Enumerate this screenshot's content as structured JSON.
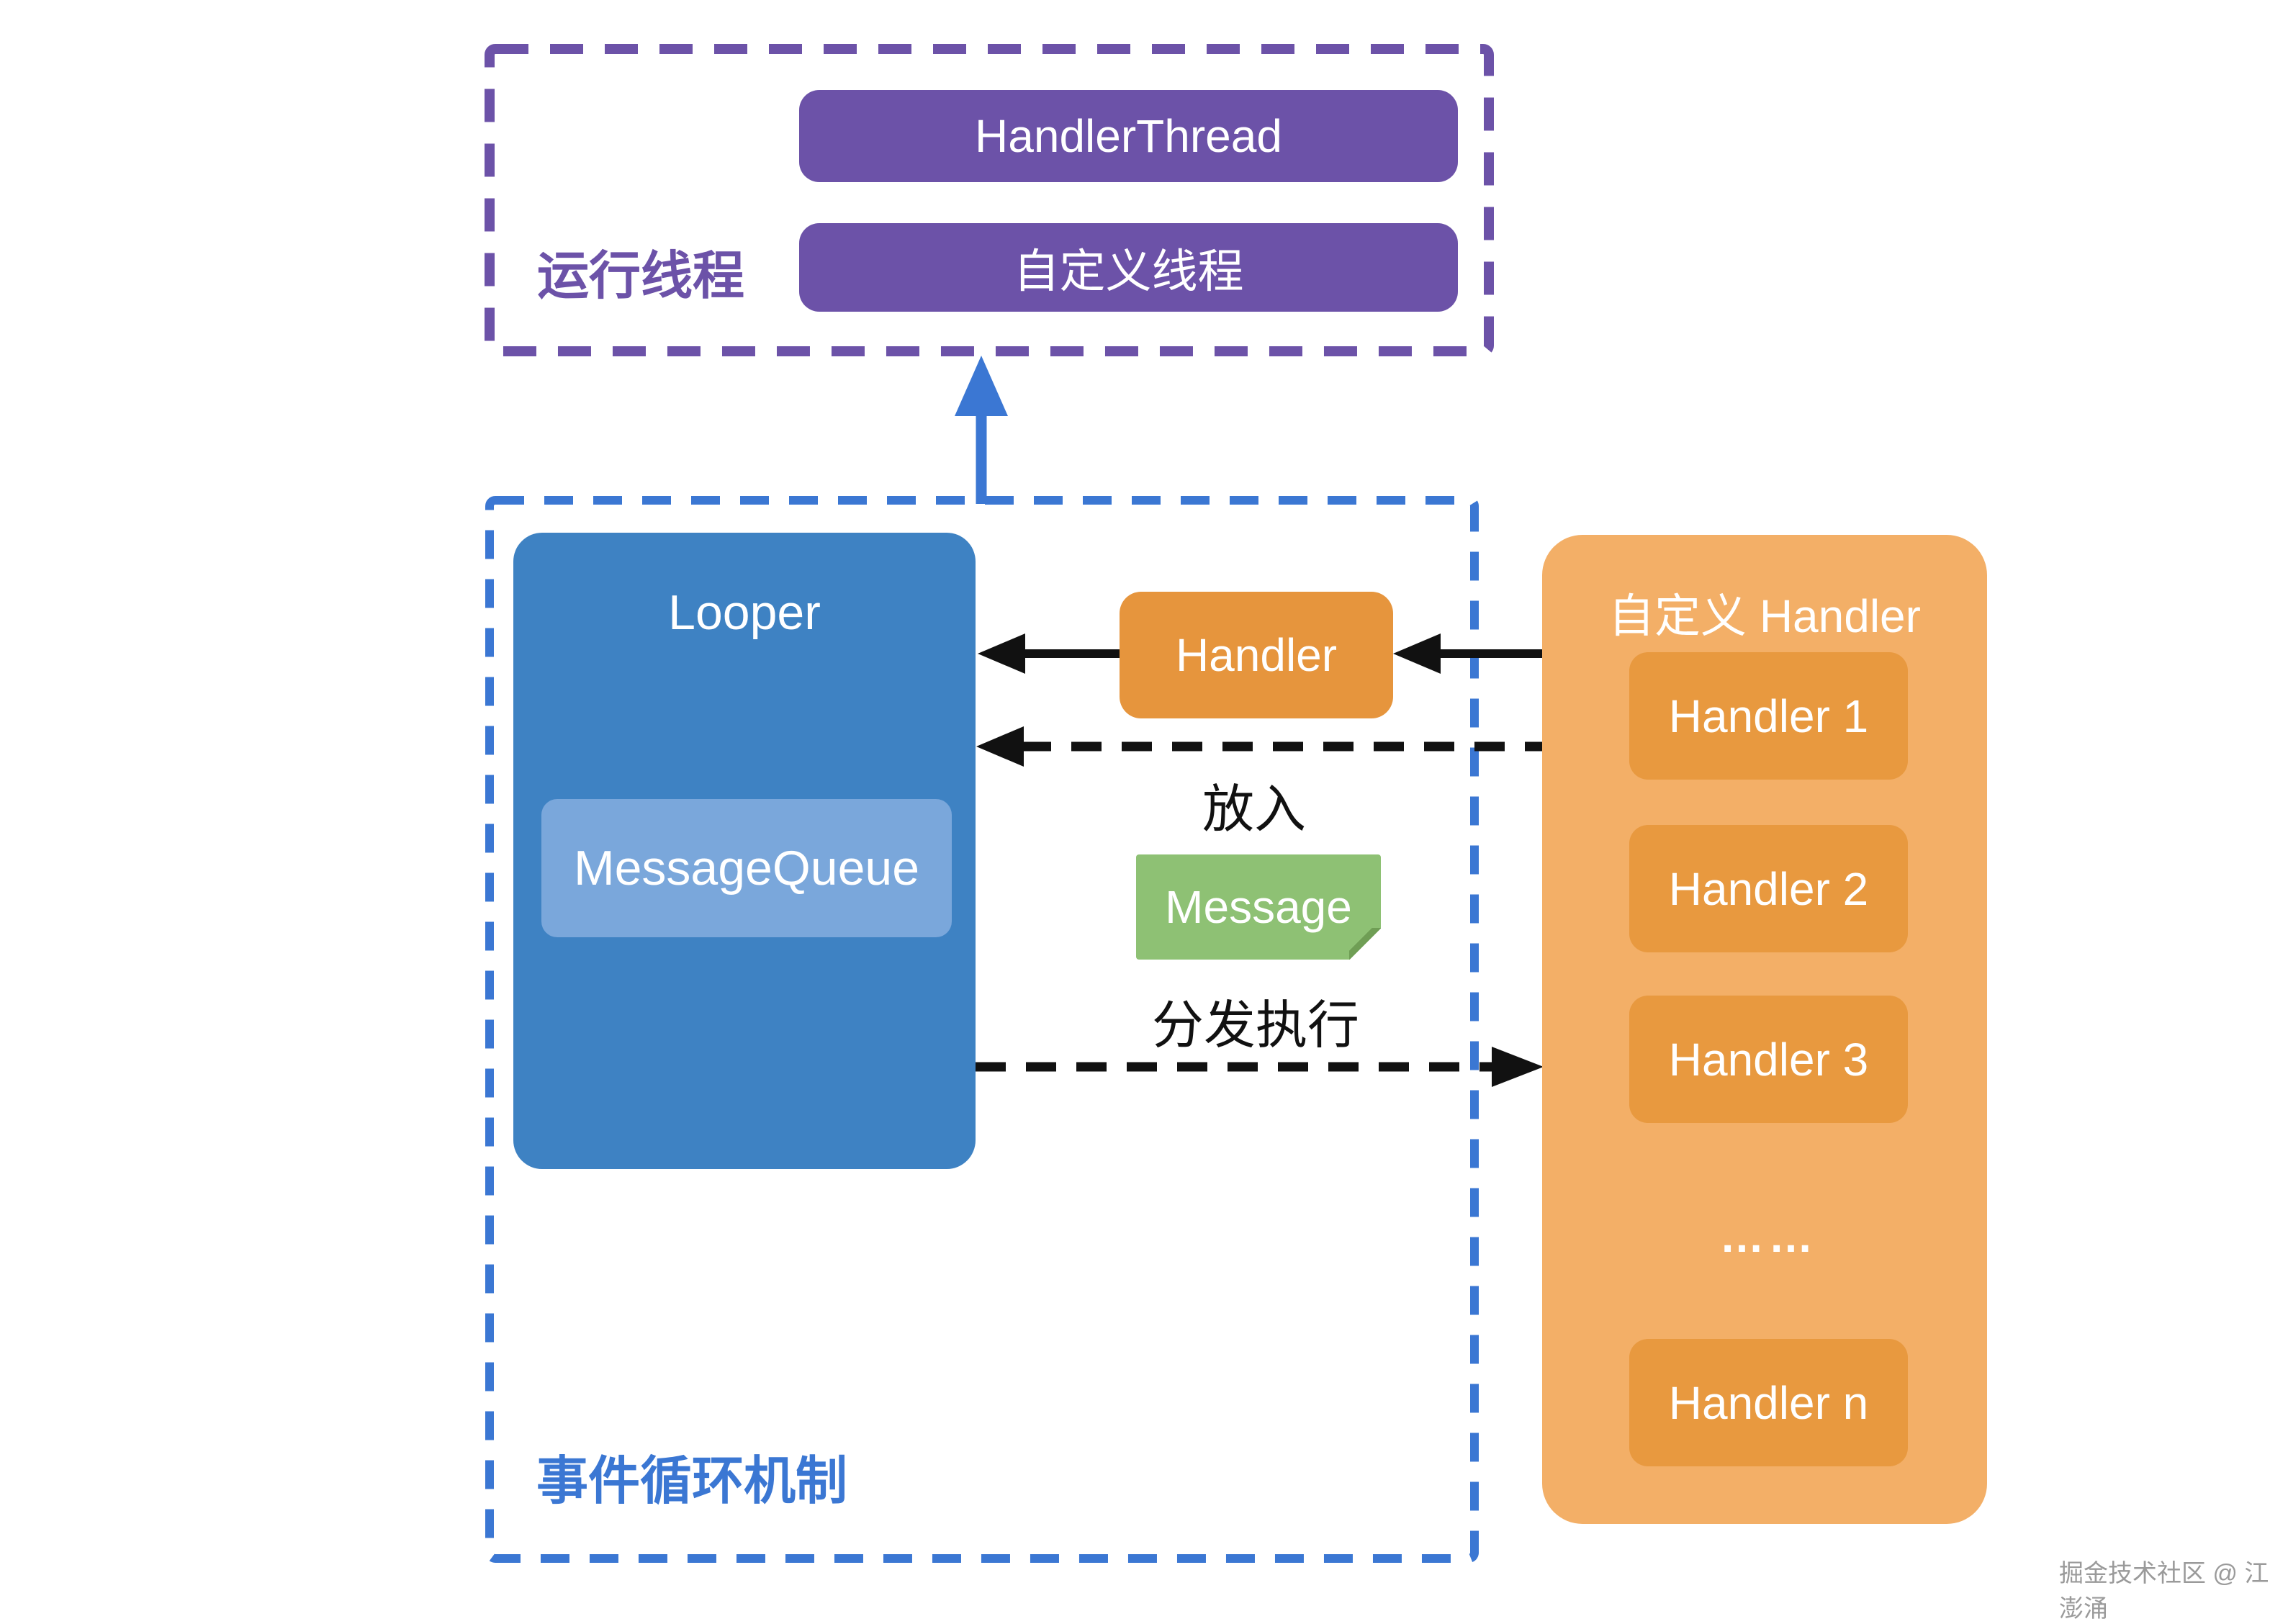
{
  "thread_group": {
    "label": "运行线程",
    "handler_thread": "HandlerThread",
    "custom_thread": "自定义线程"
  },
  "event_loop": {
    "label": "事件循环机制",
    "looper": "Looper",
    "message_queue": "MessageQueue",
    "handler": "Handler",
    "message": "Message",
    "put_label": "放入",
    "dispatch_label": "分发执行"
  },
  "custom_handler_panel": {
    "title": "自定义 Handler",
    "items": [
      {
        "label": "Handler 1"
      },
      {
        "label": "Handler 2"
      },
      {
        "label": "Handler 3"
      },
      {
        "label": "……"
      },
      {
        "label": "Handler n"
      }
    ]
  },
  "watermark": "掘金技术社区 @ 江澎涌",
  "colors": {
    "purple": "#6C52A8",
    "blue_accent": "#3B77D3",
    "looper_blue": "#3E82C3",
    "message_queue_blue": "#7AA7DB",
    "handler_orange": "#E6953D",
    "panel_orange": "#F3AF67",
    "panel_item_orange": "#E8993F",
    "message_green": "#8EC174",
    "arrow_black": "#111111"
  }
}
